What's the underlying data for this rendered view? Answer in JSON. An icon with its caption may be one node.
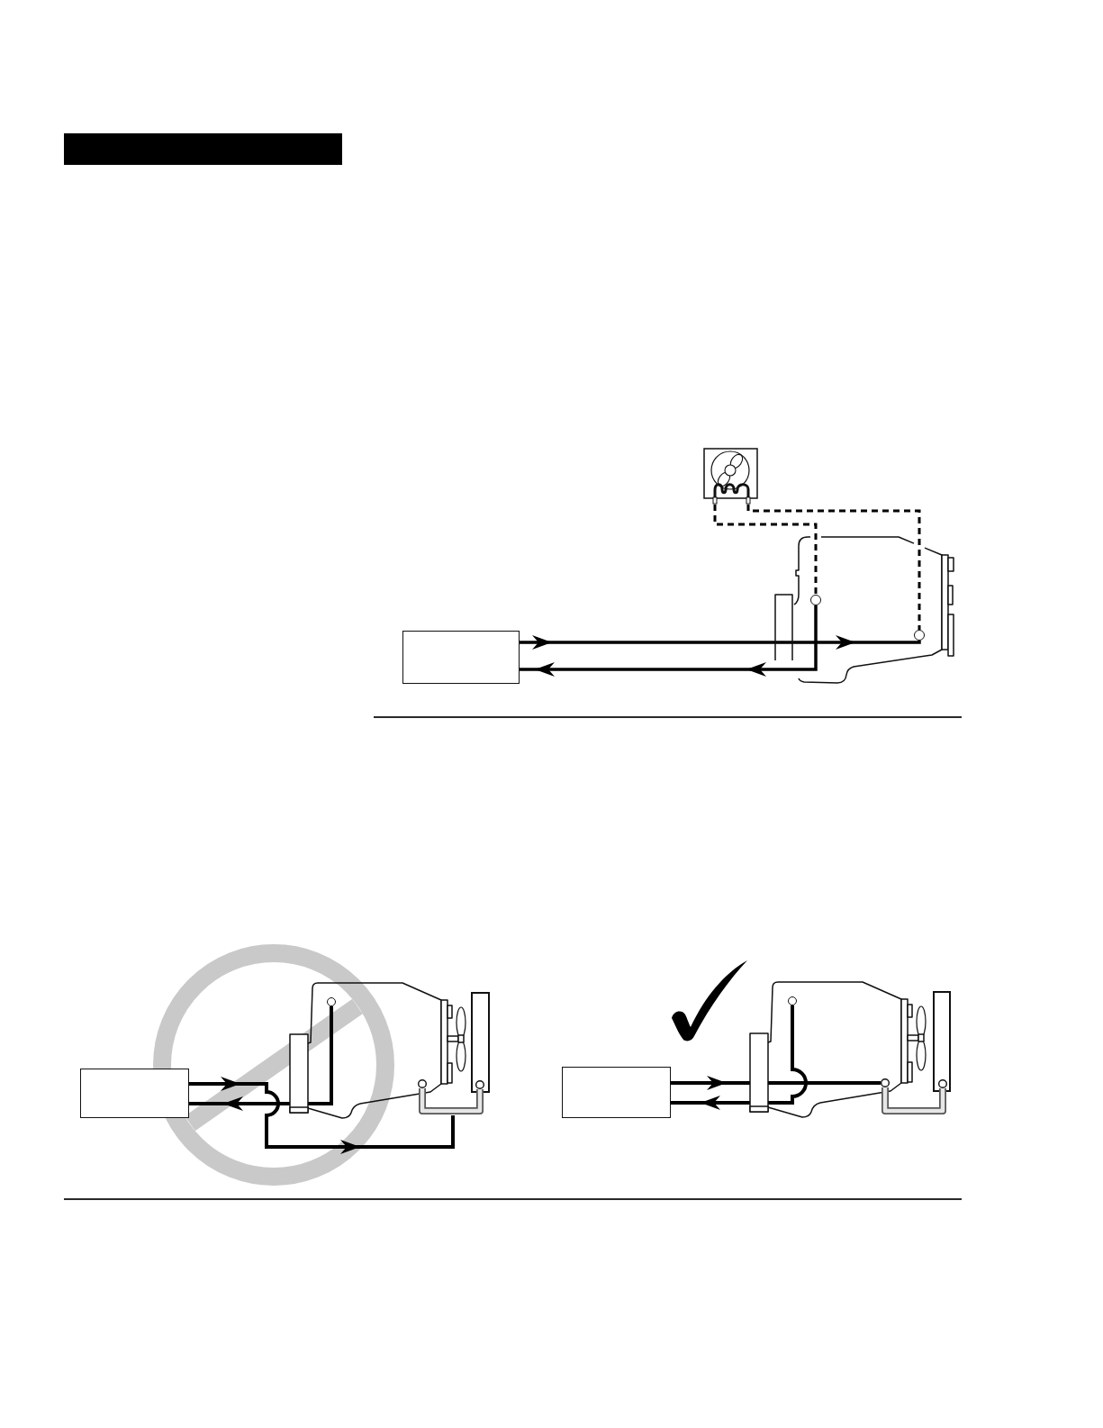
{
  "diagram": {
    "nodes": [
      {
        "text": [],
        "shape": "bar"
      },
      {
        "text": [],
        "shape": "picture"
      },
      {
        "text": [],
        "shape": "box"
      },
      {
        "text": [],
        "shape": "picture"
      },
      {
        "text": [],
        "shape": "circle",
        "in": 3
      },
      {
        "text": [],
        "shape": "circle",
        "in": 3
      },
      {
        "text": [],
        "shape": "box"
      },
      {
        "text": [],
        "shape": "picture"
      },
      {
        "text": [],
        "shape": "circle",
        "in": 7
      },
      {
        "text": [],
        "shape": "pipe"
      },
      {
        "text": [],
        "shape": "box"
      },
      {
        "text": [],
        "shape": "picture"
      },
      {
        "text": [],
        "shape": "circle",
        "in": 11
      },
      {
        "text": [],
        "shape": "pipe"
      }
    ],
    "edges": [
      {
        "from": 2,
        "to": 5,
        "arrow": "to"
      },
      {
        "from": 4,
        "to": 2,
        "arrow": "to"
      },
      {
        "from": 1,
        "to": 4,
        "arrow": "none",
        "style": "dashed"
      },
      {
        "from": 1,
        "to": 5,
        "arrow": "none",
        "style": "dashed"
      },
      {
        "from": 6,
        "to": 9,
        "arrow": "to"
      },
      {
        "from": 8,
        "to": 6,
        "arrow": "to"
      },
      {
        "from": 10,
        "to": 13,
        "arrow": "to"
      },
      {
        "from": 12,
        "to": 10,
        "arrow": "to"
      }
    ]
  }
}
